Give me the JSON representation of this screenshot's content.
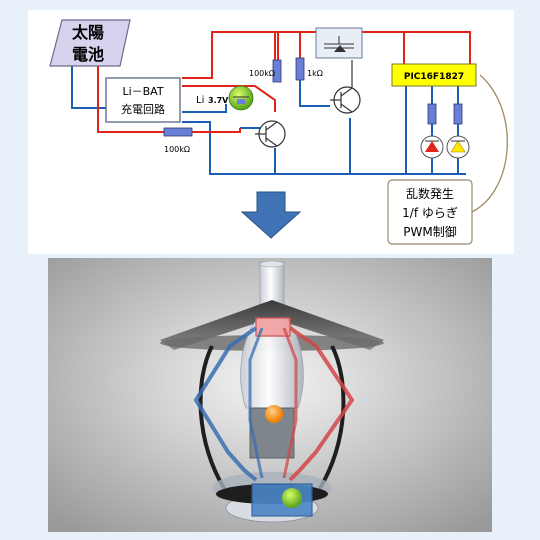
{
  "schematic": {
    "solar_cell_label_line1": "太陽",
    "solar_cell_label_line2": "電池",
    "charger_label_line1": "Li－BAT",
    "charger_label_line2": "充電回路",
    "battery_label_prefix": "Li",
    "battery_voltage": "3.7V",
    "resistor_r1": "100kΩ",
    "resistor_r2": "1kΩ",
    "resistor_r3": "100kΩ",
    "mcu_label": "PIC16F1827",
    "callout_line1": "乱数発生",
    "callout_line2": "1/f ゆらぎ",
    "callout_line3": "PWM制御"
  },
  "colors": {
    "background": "#e8f0fa",
    "panel": "#ffffff",
    "wire_red": "#e2231a",
    "wire_blue": "#1a5fb4",
    "solar_fill": "#d9d2ee",
    "mcu_fill": "#ffff00",
    "arrow_fill": "#3f73b5",
    "led_red": "#e2231a",
    "led_yellow": "#ffe800"
  },
  "photo": {
    "subject": "oil-lamp-with-embedded-solar-led-circuit"
  }
}
